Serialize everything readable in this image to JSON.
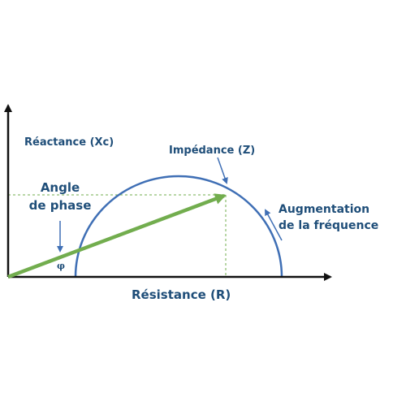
{
  "diagram": {
    "y_axis_label": "Réactance (Xc)",
    "x_axis_label": "Résistance (R)",
    "impedance_label": "Impédance (Z)",
    "phase_angle_label_line1": "Angle",
    "phase_angle_label_line2": "de phase",
    "frequency_label_line1": "Augmentation",
    "frequency_label_line2": "de la fréquence",
    "phi_symbol": "φ"
  },
  "colors": {
    "axis": "#111111",
    "arc": "#3f6fb5",
    "vector": "#72ad4e",
    "guide": "#72ad4e",
    "text": "#1f4e79"
  }
}
